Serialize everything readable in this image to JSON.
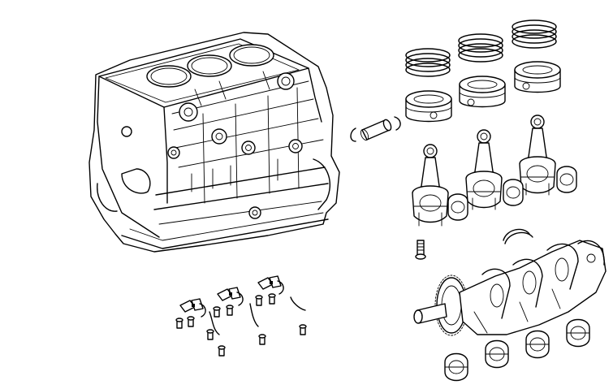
{
  "diagram": {
    "type": "exploded-parts-view",
    "subject": "engine-cylinder-block-assembly",
    "line_color": "#000000",
    "background_color": "#ffffff",
    "parts": [
      {
        "id": "cylinder-block",
        "count": 1
      },
      {
        "id": "piston-ring-set",
        "count": 3
      },
      {
        "id": "piston",
        "count": 3
      },
      {
        "id": "piston-pin",
        "count": 1
      },
      {
        "id": "piston-pin-snap-ring",
        "count": 2
      },
      {
        "id": "connecting-rod",
        "count": 3
      },
      {
        "id": "connecting-rod-bearing",
        "count": 6
      },
      {
        "id": "connecting-rod-bolt",
        "count": 1
      },
      {
        "id": "thrust-washer",
        "count": 2
      },
      {
        "id": "crankshaft",
        "count": 1
      },
      {
        "id": "main-bearing",
        "count": 8
      },
      {
        "id": "oil-jet",
        "count": 6
      },
      {
        "id": "oil-jet-bolt",
        "count": 10
      }
    ]
  }
}
